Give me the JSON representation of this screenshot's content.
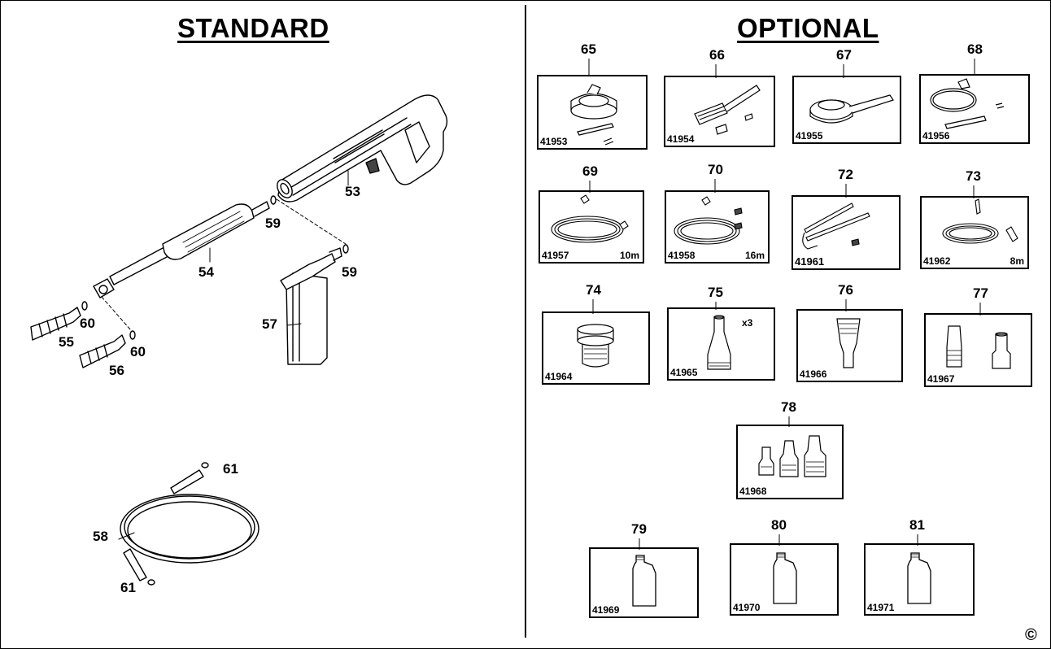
{
  "sections": {
    "standard": "STANDARD",
    "optional": "OPTIONAL"
  },
  "standard_parts": {
    "p53": "53",
    "p54": "54",
    "p55": "55",
    "p56": "56",
    "p57": "57",
    "p58": "58",
    "p59a": "59",
    "p59b": "59",
    "p60a": "60",
    "p60b": "60",
    "p61a": "61",
    "p61b": "61"
  },
  "optional_parts": [
    {
      "number": "65",
      "code": "41953",
      "extra": ""
    },
    {
      "number": "66",
      "code": "41954",
      "extra": ""
    },
    {
      "number": "67",
      "code": "41955",
      "extra": ""
    },
    {
      "number": "68",
      "code": "41956",
      "extra": ""
    },
    {
      "number": "69",
      "code": "41957",
      "extra": "10m"
    },
    {
      "number": "70",
      "code": "41958",
      "extra": "16m"
    },
    {
      "number": "72",
      "code": "41961",
      "extra": ""
    },
    {
      "number": "73",
      "code": "41962",
      "extra": "8m"
    },
    {
      "number": "74",
      "code": "41964",
      "extra": ""
    },
    {
      "number": "75",
      "code": "41965",
      "extra": "x3"
    },
    {
      "number": "76",
      "code": "41966",
      "extra": ""
    },
    {
      "number": "77",
      "code": "41967",
      "extra": ""
    },
    {
      "number": "78",
      "code": "41968",
      "extra": ""
    },
    {
      "number": "79",
      "code": "41969",
      "extra": ""
    },
    {
      "number": "80",
      "code": "41970",
      "extra": ""
    },
    {
      "number": "81",
      "code": "41971",
      "extra": ""
    }
  ],
  "copyright": "©"
}
